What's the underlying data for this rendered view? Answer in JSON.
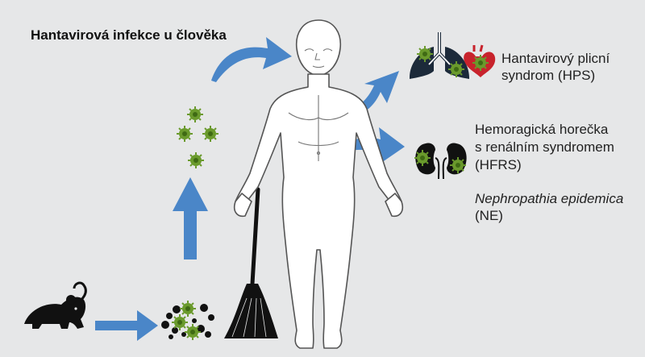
{
  "title": "Hantavirová infekce u člověka",
  "outcomes": {
    "hps": {
      "line1": "Hantavirový plicní",
      "line2": "syndrom (HPS)"
    },
    "hfrs": {
      "line1": "Hemoragická horečka",
      "line2": "s renálním syndromem",
      "line3": "(HFRS)"
    },
    "ne": {
      "line1": "Nephropathia epidemica",
      "line2": "(NE)"
    }
  },
  "icons": [
    "mouse-icon",
    "virus-particle-icon",
    "broom-icon",
    "human-body-icon",
    "lungs-icon",
    "heart-icon",
    "kidneys-icon",
    "arrow-icon"
  ],
  "colors": {
    "background": "#e6e7e8",
    "arrow": "#4a86c8",
    "virus": "#6a9a2c",
    "body_fill": "#ffffff",
    "body_stroke": "#555555",
    "heart": "#c8232c",
    "organ": "#1c2a3a"
  }
}
